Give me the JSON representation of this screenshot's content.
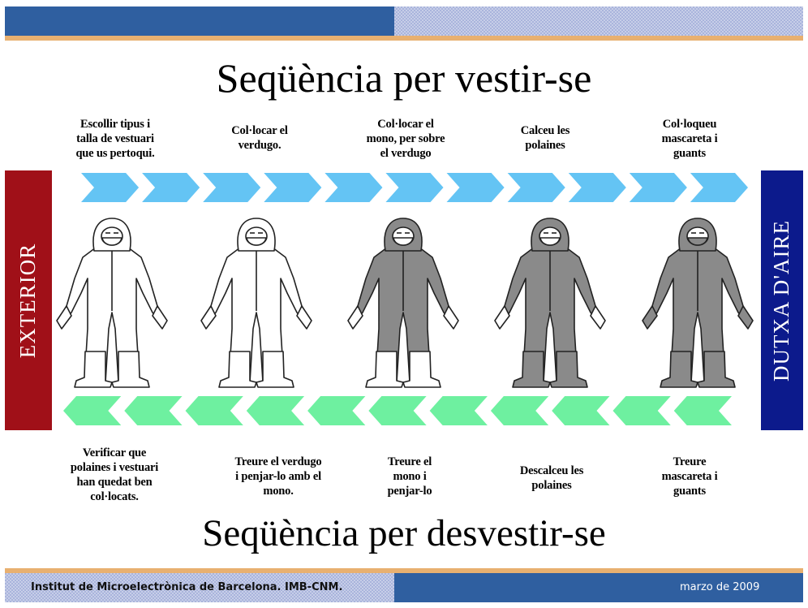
{
  "title_top": "Seqüència per vestir-se",
  "title_bottom": "Seqüència per desvestir-se",
  "side_left": "EXTERIOR",
  "side_right": "DUTXA D'AIRE",
  "dress_steps": [
    "Escollir tipus i\ntalla de vestuari\nque us pertoqui.",
    "Col·locar el\nverdugo.",
    "Col·locar el\nmono, per sobre\nel verdugo",
    "Calceu les\npolaines",
    "Col·loqueu\nmascareta i\nguants"
  ],
  "undress_steps": [
    "Verificar que\npolaines i vestuari\nhan quedat ben\ncol·locats.",
    "Treure el verdugo\ni penjar-lo amb el\nmono.",
    "Treure el\nmono i\npenjar-lo",
    "Descalceu les\npolaines",
    "Treure\nmascareta i\nguants"
  ],
  "footer": {
    "institution": "Institut de Microelectrònica de Barcelona. IMB-CNM.",
    "date": "marzo de 2009"
  },
  "colors": {
    "header_blue": "#2f5fa0",
    "accent_orange": "#e8b070",
    "exterior_red": "#a01018",
    "shower_blue": "#0c1a8c",
    "arrow_dress": "#64c4f4",
    "arrow_undress": "#6ef0a0",
    "suit_white": "#ffffff",
    "suit_gray": "#8a8a8a"
  },
  "figures": [
    {
      "suit": "white",
      "hood": "white",
      "boots": "white",
      "gloves": "white",
      "mask": "white"
    },
    {
      "suit": "white",
      "hood": "white",
      "boots": "white",
      "gloves": "white",
      "mask": "white"
    },
    {
      "suit": "gray",
      "hood": "gray",
      "boots": "white",
      "gloves": "white",
      "mask": "white"
    },
    {
      "suit": "gray",
      "hood": "gray",
      "boots": "gray",
      "gloves": "white",
      "mask": "white"
    },
    {
      "suit": "gray",
      "hood": "gray",
      "boots": "gray",
      "gloves": "gray",
      "mask": "gray"
    }
  ]
}
